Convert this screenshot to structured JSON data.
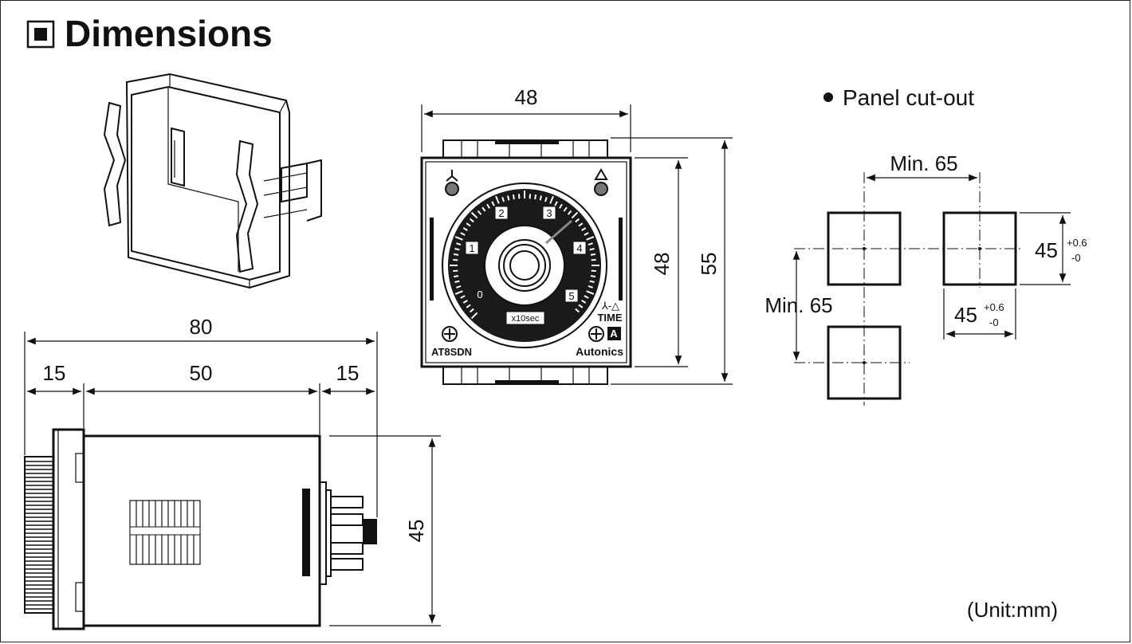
{
  "title": "Dimensions",
  "panel_cutout": {
    "label": "Panel cut-out",
    "min_h": "Min. 65",
    "min_v": "Min. 65",
    "size_h": "45",
    "size_v": "45",
    "tol_plus": "+0.6",
    "tol_minus": "-0"
  },
  "front_view": {
    "width": "48",
    "height_inner": "48",
    "height_outer": "55",
    "model": "AT8SDN",
    "brand": "Autonics",
    "scale_unit": "x10sec",
    "time_label": "TIME",
    "mode_marks": "⅄-△",
    "dial_numbers": [
      "0",
      "1",
      "2",
      "3",
      "4",
      "5"
    ],
    "badge": "A"
  },
  "side_view": {
    "total_length": "80",
    "front_len": "15",
    "body_len": "50",
    "rear_len": "15",
    "height": "45"
  },
  "unit_note": "(Unit:mm)",
  "colors": {
    "line": "#111111",
    "dial_dark": "#1a1a1a",
    "indicator": "#777777"
  }
}
